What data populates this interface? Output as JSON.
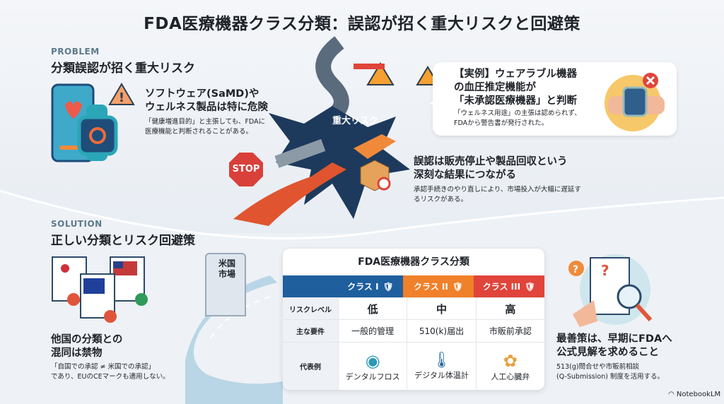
{
  "title": "FDA医療機器クラス分類：誤認が招く重大リスクと回避策",
  "problem": {
    "kicker": "PROBLEM",
    "heading": "分類誤認が招く重大リスク",
    "point1": {
      "title_l1": "ソフトウェア(SaMD)や",
      "title_l2": "ウェルネス製品は特に危険",
      "body_l1": "「健康増進目的」と主張しても、FDAに",
      "body_l2": "医療機能と判断されることがある。"
    },
    "crack_label": "重大リスク",
    "stop_sign": "STOP",
    "example": {
      "title_l1": "【実例】ウェアラブル機器",
      "title_l2": "の血圧推定機能が",
      "title_l3": "「未承認医療機器」と判断",
      "body_l1": "「ウェルネス用途」の主張は認められず、",
      "body_l2": "FDAから警告書が発行された。"
    },
    "point2": {
      "title_l1": "誤認は販売停止や製品回収という",
      "title_l2": "深刻な結果につながる",
      "body_l1": "承認手続きのやり直しにより、市場投入が大幅に遅延す",
      "body_l2": "るリスクがある。"
    }
  },
  "solution": {
    "kicker": "SOLUTION",
    "heading": "正しい分類とリスク回避策",
    "point1": {
      "title_l1": "他国の分類との",
      "title_l2": "混同は禁物",
      "body_l1": "「自国での承認 ≠ 米国での承認」",
      "body_l2": "であり、EUのCEマークも適用しない。"
    },
    "gate_label": "米国市場",
    "point2": {
      "title_l1": "最善策は、早期にFDAへ",
      "title_l2": "公式見解を求めること",
      "body_l1": "513(g)問合せや市販前相談",
      "body_l2": "(Q-Submission) 制度を活用する。"
    }
  },
  "table": {
    "title": "FDA医療機器クラス分類",
    "classes": [
      {
        "label": "クラス I",
        "color": "#1f5f9e"
      },
      {
        "label": "クラス II",
        "color": "#f0802a"
      },
      {
        "label": "クラス III",
        "color": "#e0443a"
      }
    ],
    "rows": [
      {
        "label": "リスクレベル",
        "values": [
          "低",
          "中",
          "高"
        ]
      },
      {
        "label": "主な要件",
        "values": [
          "一般的管理",
          "510(k)届出",
          "市販前承認"
        ]
      },
      {
        "label": "代表例",
        "values": [
          "デンタルフロス",
          "デジタル体温計",
          "人工心臓弁"
        ]
      }
    ]
  },
  "footer": {
    "brand": "NotebookLM"
  }
}
